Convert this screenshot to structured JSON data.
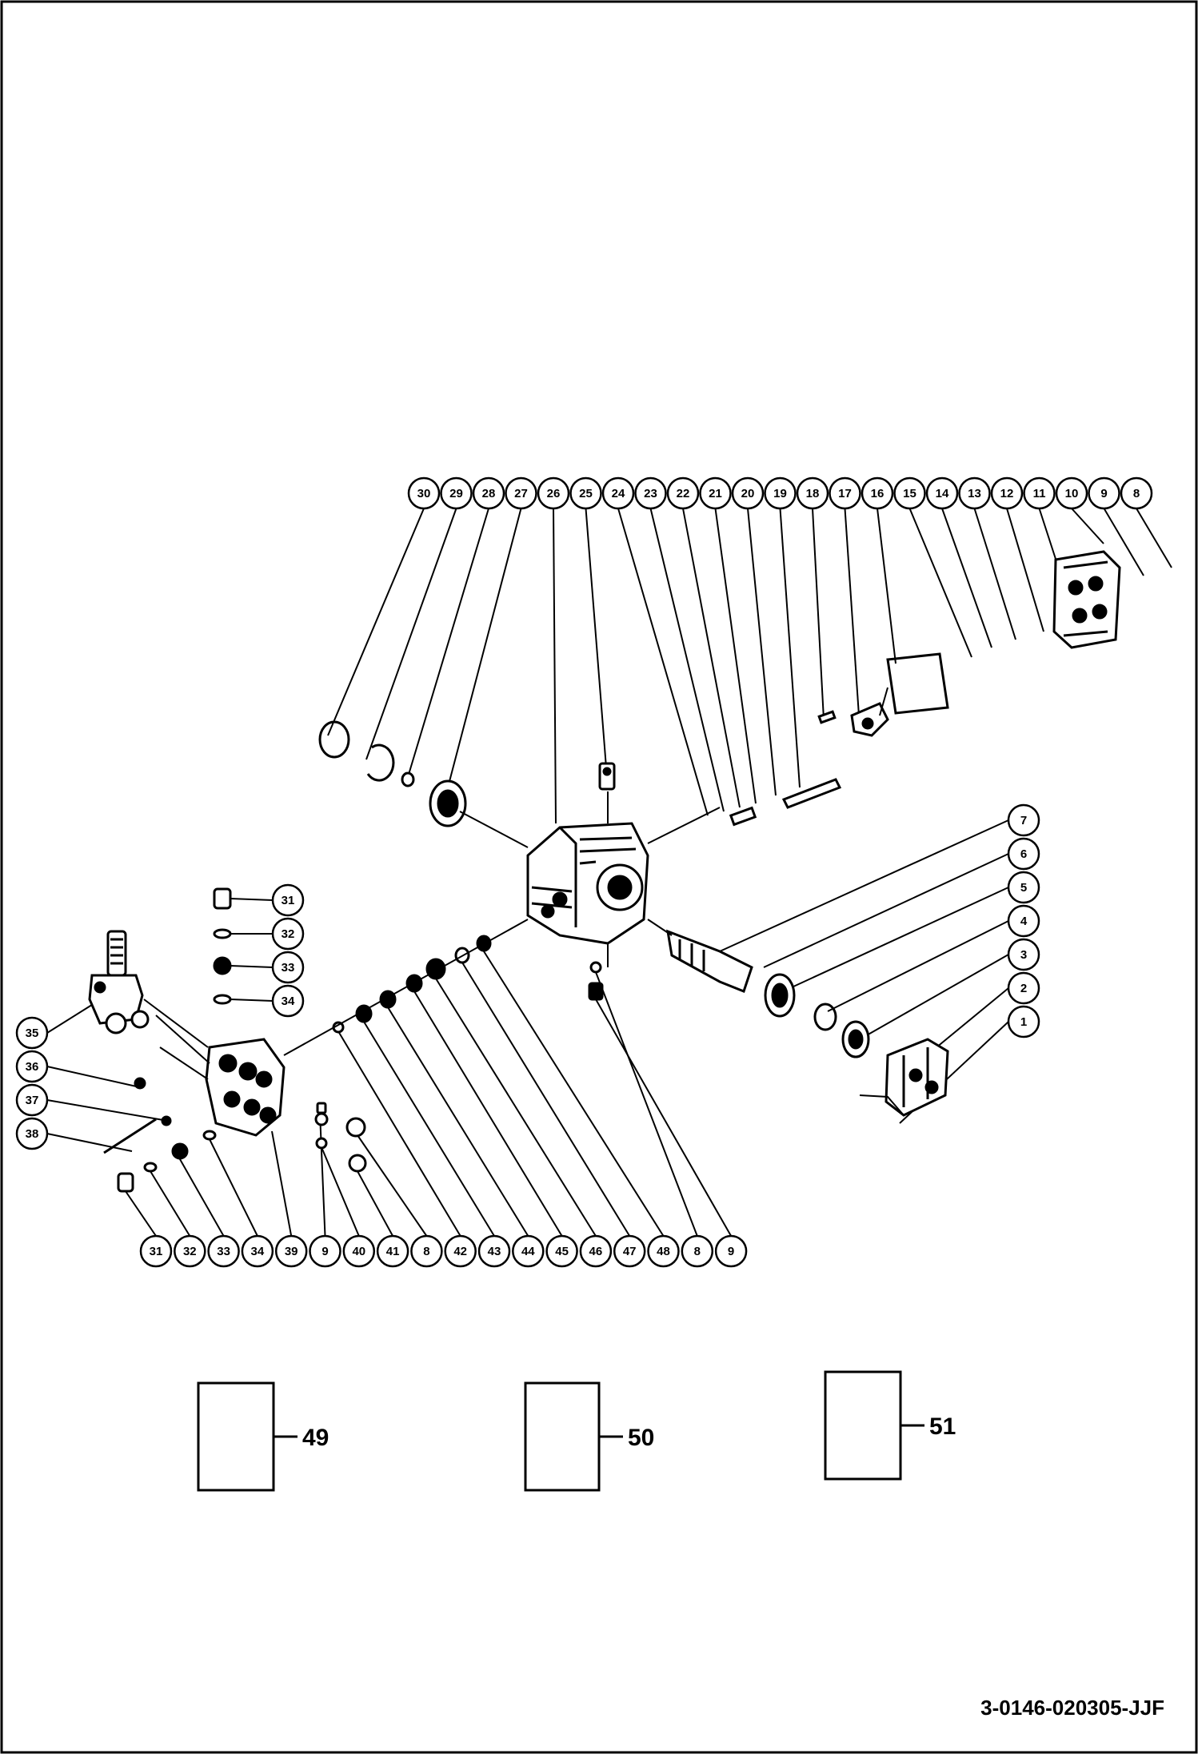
{
  "diagram": {
    "drawing_number": "3-0146-020305-JJF",
    "top_callouts": [
      "30",
      "29",
      "28",
      "27",
      "26",
      "25",
      "24",
      "23",
      "22",
      "21",
      "20",
      "19",
      "18",
      "17",
      "16",
      "15",
      "14",
      "13",
      "12",
      "11",
      "10",
      "9",
      "8"
    ],
    "right_callouts": [
      "7",
      "6",
      "5",
      "4",
      "3",
      "2",
      "1"
    ],
    "mid_callouts": [
      "31",
      "32",
      "33",
      "34"
    ],
    "left_callouts": [
      "35",
      "36",
      "37",
      "38"
    ],
    "bottom_callouts": [
      "31",
      "32",
      "33",
      "34",
      "39",
      "9",
      "40",
      "41",
      "8",
      "42",
      "43",
      "44",
      "45",
      "46",
      "47",
      "48",
      "8",
      "9"
    ],
    "reference_boxes": [
      "49",
      "50",
      "51"
    ]
  }
}
